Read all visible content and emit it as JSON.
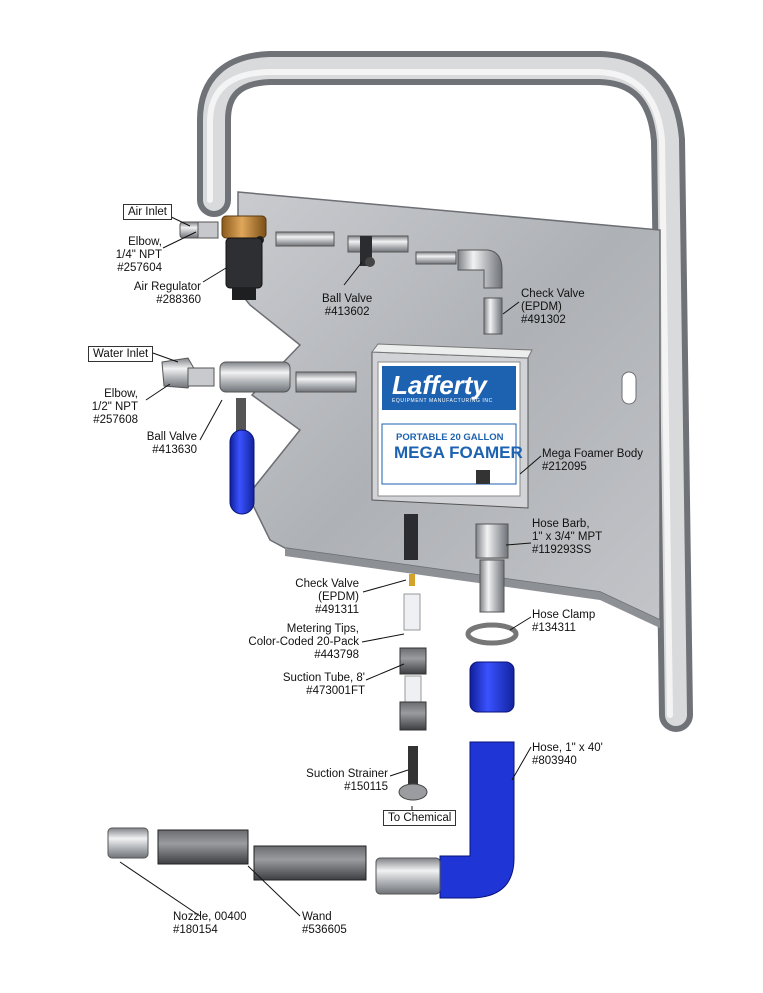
{
  "product": {
    "brand": "Lafferty",
    "brand_sub": "EQUIPMENT MANUFACTURING INC",
    "plate_line1": "PORTABLE 20 GALLON",
    "plate_line2": "MEGA FOAMER"
  },
  "callouts": {
    "air_inlet": "Air Inlet",
    "water_inlet": "Water Inlet",
    "to_chemical": "To Chemical",
    "elbow_quarter": [
      "Elbow,",
      "1/4\" NPT",
      "#257604"
    ],
    "air_regulator": [
      "Air Regulator",
      "#288360"
    ],
    "ball_valve_top": [
      "Ball Valve",
      "#413602"
    ],
    "check_valve_top": [
      "Check Valve",
      "(EPDM)",
      "#491302"
    ],
    "elbow_half": [
      "Elbow,",
      "1/2\" NPT",
      "#257608"
    ],
    "ball_valve_left": [
      "Ball Valve",
      "#413630"
    ],
    "mega_foamer_body": [
      "Mega Foamer Body",
      "#212095"
    ],
    "hose_barb": [
      "Hose Barb,",
      "1\" x 3/4\" MPT",
      "#119293SS"
    ],
    "check_valve_bottom": [
      "Check Valve",
      "(EPDM)",
      "#491311"
    ],
    "metering_tips": [
      "Metering Tips,",
      "Color-Coded 20-Pack",
      "#443798"
    ],
    "hose_clamp": [
      "Hose Clamp",
      "#134311"
    ],
    "suction_tube": [
      "Suction Tube, 8'",
      "#473001FT"
    ],
    "hose": [
      "Hose, 1\" x 40'",
      "#803940"
    ],
    "suction_strainer": [
      "Suction Strainer",
      "#150115"
    ],
    "nozzle": [
      "Nozzle, 00400",
      "#180154"
    ],
    "wand": [
      "Wand",
      "#536605"
    ]
  },
  "colors": {
    "steel_dark": "#8a8d92",
    "steel_light": "#e3e4e6",
    "plate": "#b9bbbf",
    "hose_blue": "#1f35d6",
    "wand_dark": "#4a4c50",
    "brass": "#b8843a",
    "label_blue": "#1c62b0"
  }
}
